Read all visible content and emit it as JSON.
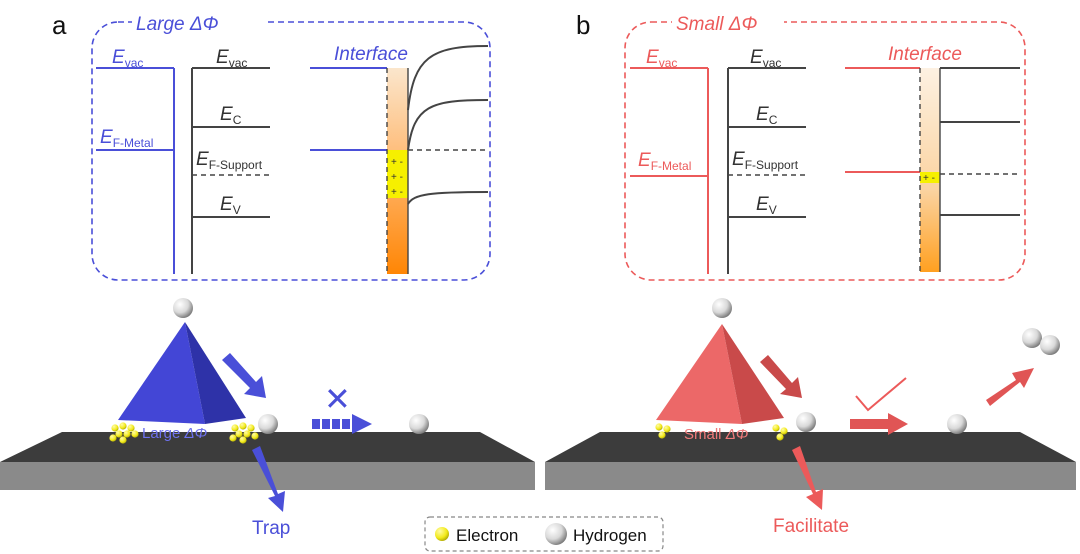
{
  "panel_a": {
    "letter": "a",
    "title_prefix": "Large",
    "delta_symbol": "ΔΦ",
    "interface_label": "Interface",
    "e_letter": "E",
    "sub_vac_metal": "vac",
    "sub_vac_support": "vac",
    "sub_f_metal": "F-Metal",
    "sub_c": "C",
    "sub_f_support": "F-Support",
    "sub_v": "V",
    "particle_label_prefix": "Large",
    "particle_label_delta": "ΔΦ",
    "cross_mark": "✕",
    "outcome": "Trap",
    "interface_charges": [
      "+ -",
      "+ -",
      "+ -"
    ]
  },
  "panel_b": {
    "letter": "b",
    "title_prefix": "Small",
    "delta_symbol": "ΔΦ",
    "interface_label": "Interface",
    "e_letter": "E",
    "sub_vac_metal": "vac",
    "sub_vac_support": "vac",
    "sub_f_metal": "F-Metal",
    "sub_c": "C",
    "sub_f_support": "F-Support",
    "sub_v": "V",
    "particle_label_prefix": "Small",
    "particle_label_delta": "ΔΦ",
    "check_mark": "✓",
    "outcome": "Facilitate",
    "interface_charges": [
      "+ -"
    ]
  },
  "legend": {
    "electron": "Electron",
    "hydrogen": "Hydrogen"
  },
  "colors": {
    "blue": "#4a4fd8",
    "red": "#ec5a5a",
    "gray_line": "#444444",
    "support_dark": "#3c3c3c",
    "support_light": "#8a8a8a",
    "electron": "#f2ea1a",
    "interface_orange": "#ff8c10"
  }
}
